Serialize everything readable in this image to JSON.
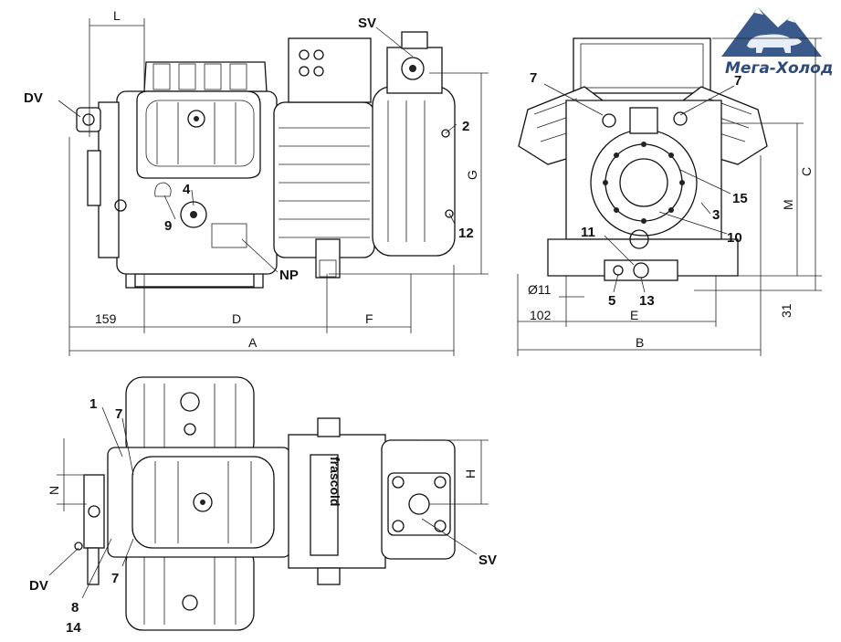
{
  "logo": {
    "text": "Мега-Холод",
    "mountain_color": "#3b5a8c"
  },
  "labels": {
    "sv_top": "SV",
    "dv_left": "DV",
    "n2": "2",
    "n4": "4",
    "n9": "9",
    "n12": "12",
    "np": "NP",
    "n7a": "7",
    "n7b": "7",
    "n15": "15",
    "n3": "3",
    "n11": "11",
    "n10": "10",
    "n5": "5",
    "n13": "13",
    "n1": "1",
    "n7c": "7",
    "n7d": "7",
    "sv_bottom": "SV",
    "dv_bottom": "DV",
    "n8": "8",
    "n14": "14",
    "brand": "frascold"
  },
  "dimensions": {
    "L": "L",
    "G": "G",
    "d159": "159",
    "D": "D",
    "F": "F",
    "A": "A",
    "C": "C",
    "M": "M",
    "phi11": "Ø11",
    "d102": "102",
    "E": "E",
    "d31": "31",
    "B": "B",
    "H": "H",
    "N": "N"
  }
}
